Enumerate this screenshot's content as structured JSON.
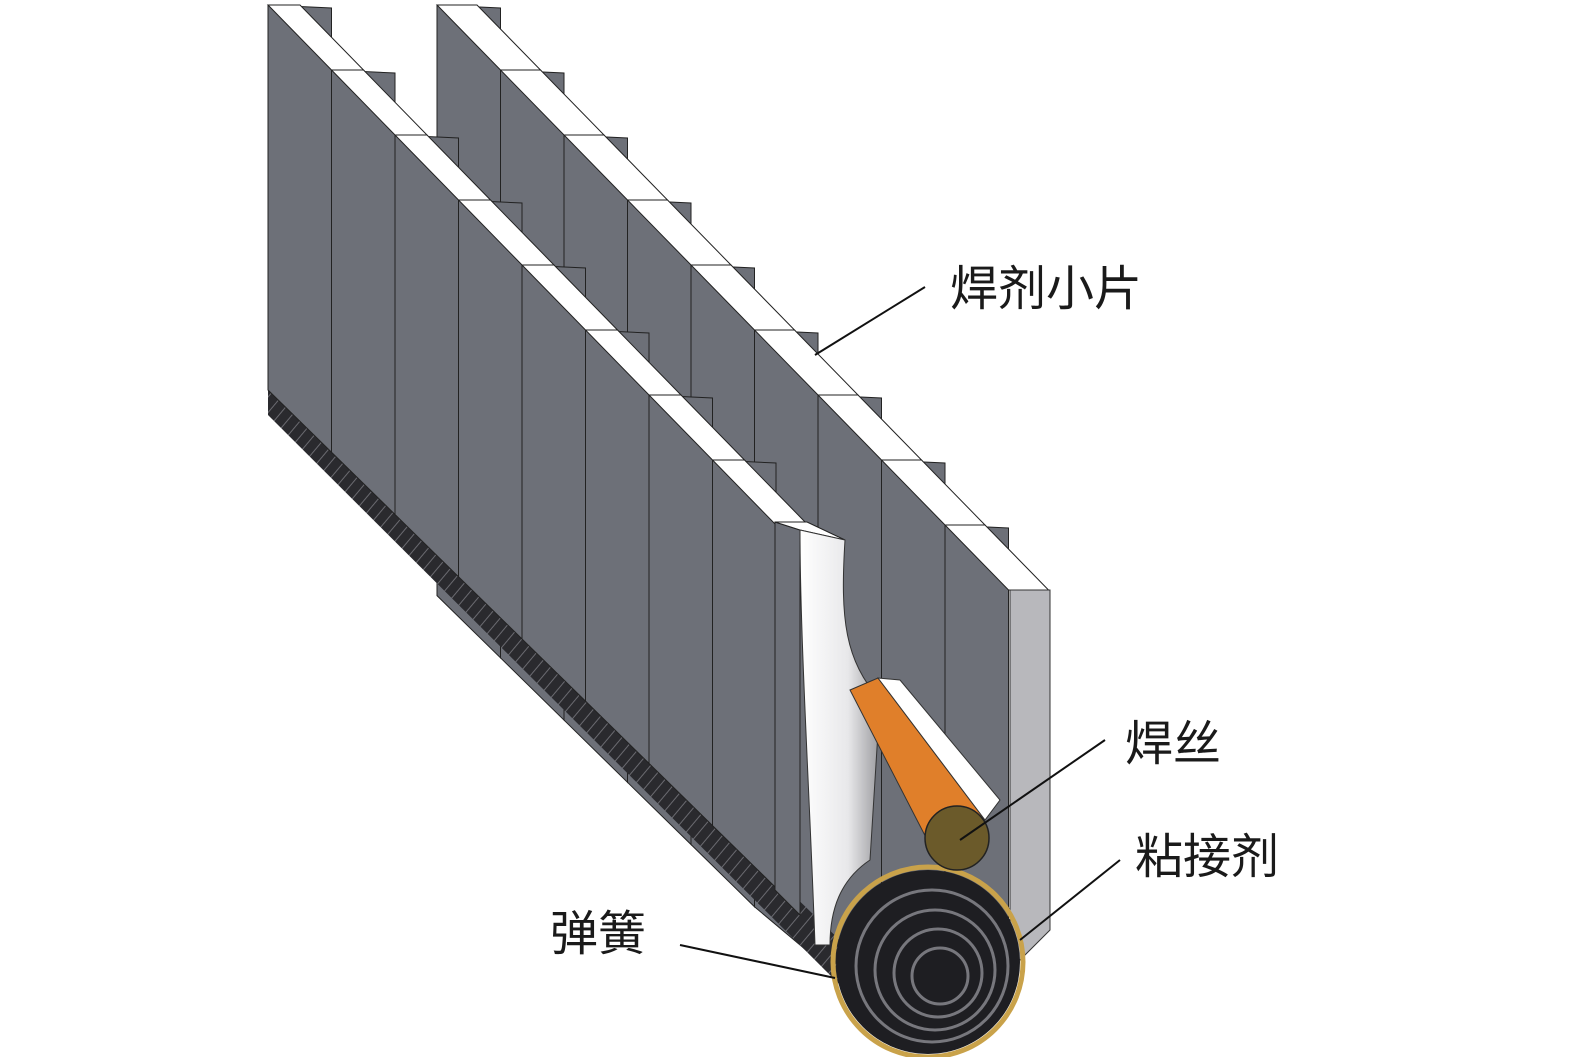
{
  "labels": {
    "flux_pieces": "焊剂小片",
    "welding_wire": "焊丝",
    "adhesive": "粘接剂",
    "spring": "弹簧"
  },
  "colors": {
    "plate_face": "#6d7078",
    "plate_top": "#ffffff",
    "end_face": "#b8b8bc",
    "wire": "#e07f2a",
    "wire_end": "#6b5a2a",
    "spring": "#2a2a2e"
  }
}
